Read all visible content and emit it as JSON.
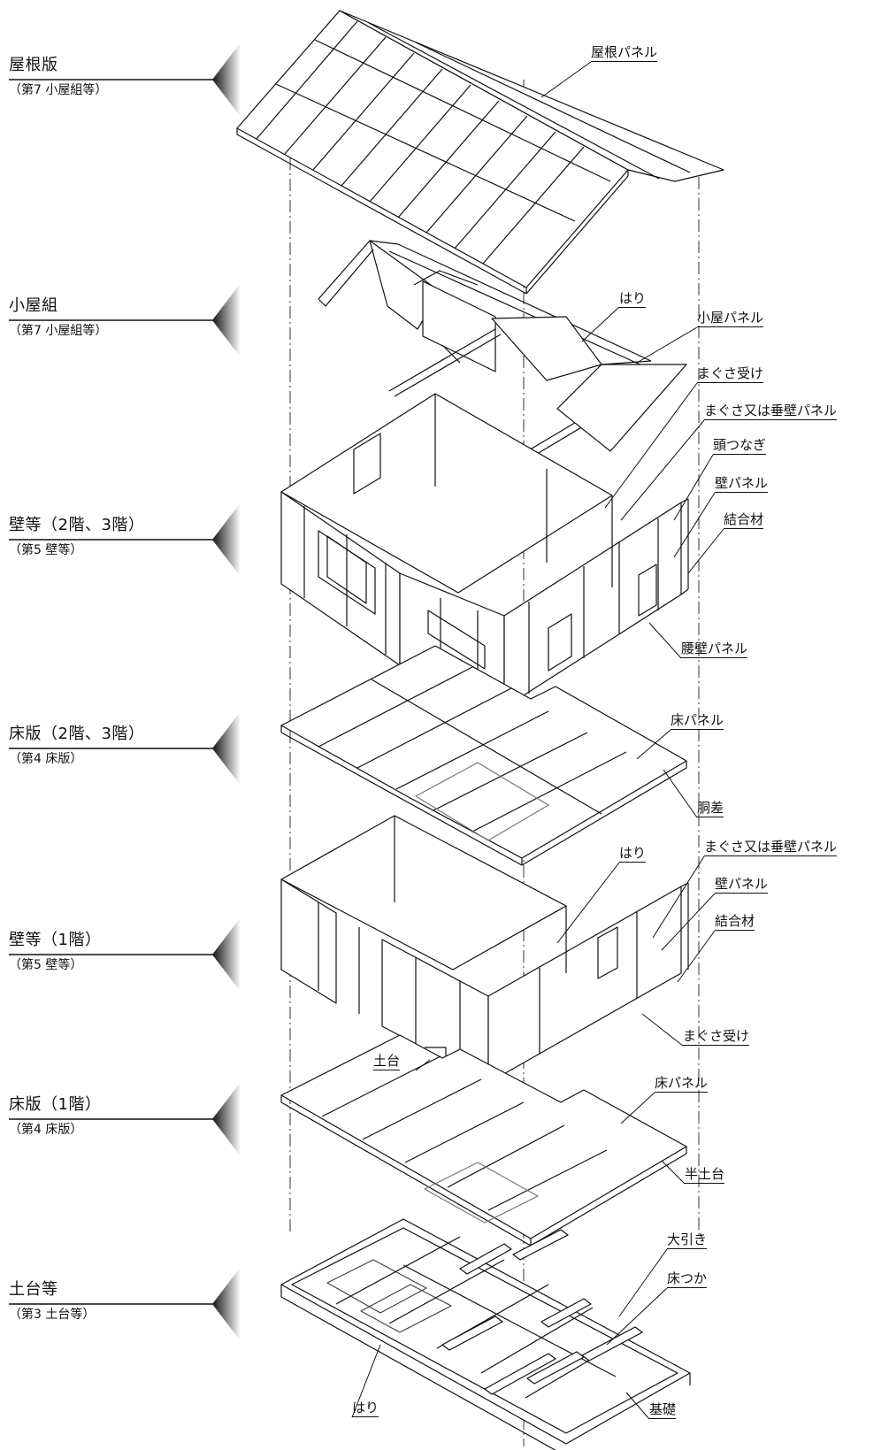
{
  "levels": [
    {
      "title": "屋根版",
      "sub": "（第7 小屋組等）"
    },
    {
      "title": "小屋組",
      "sub": "（第7 小屋組等）"
    },
    {
      "title": "壁等（2階、3階）",
      "sub": "（第5 壁等）"
    },
    {
      "title": "床版（2階、3階）",
      "sub": "（第4 床版）"
    },
    {
      "title": "壁等（1階）",
      "sub": "（第5 壁等）"
    },
    {
      "title": "床版（1階）",
      "sub": "（第4 床版）"
    },
    {
      "title": "土台等",
      "sub": "（第3 土台等）"
    }
  ],
  "callouts": {
    "roof_panel": "屋根パネル",
    "beam_attic": "はり",
    "attic_panel": "小屋パネル",
    "eave_support_upper": "まぐさ受け",
    "lintel_or_hanging_wall_upper": "まぐさ又は垂壁パネル",
    "head_tie": "頭つなぎ",
    "wall_panel_upper": "壁パネル",
    "joint_member_upper": "結合材",
    "waist_wall_panel": "腰壁パネル",
    "floor_panel_upper": "床パネル",
    "girth": "胴差",
    "beam_mid": "はり",
    "lintel_or_hanging_wall_lower": "まぐさ又は垂壁パネル",
    "wall_panel_lower": "壁パネル",
    "joint_member_lower": "結合材",
    "eave_support_lower": "まぐさ受け",
    "sill_small": "土台",
    "floor_panel_lower": "床パネル",
    "half_sill": "半土台",
    "main_joist": "大引き",
    "floor_post": "床つか",
    "beam_base": "はり",
    "foundation": "基礎"
  }
}
